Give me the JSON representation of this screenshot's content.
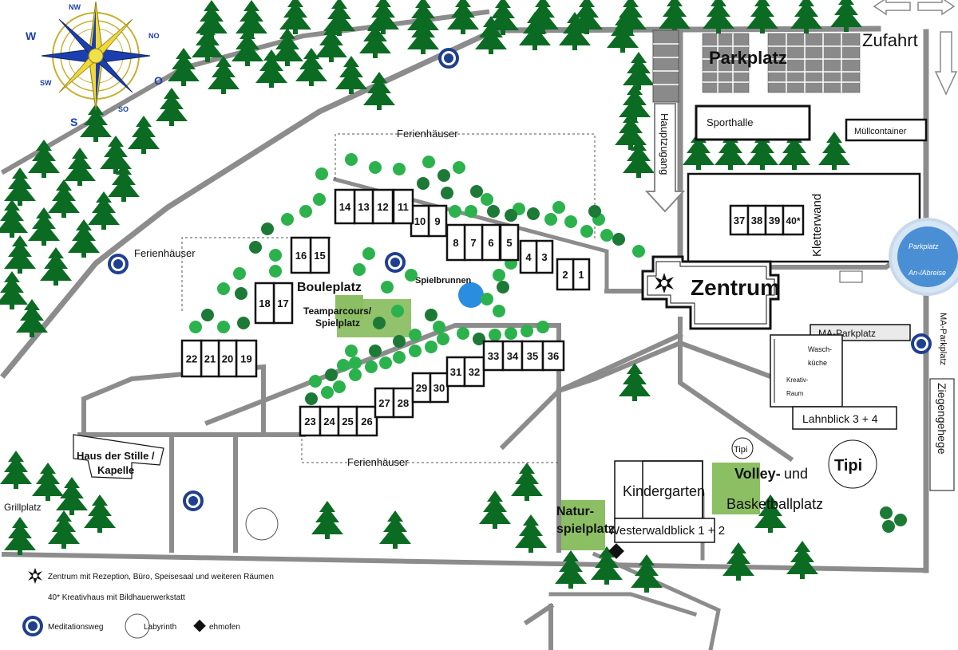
{
  "map": {
    "compass": {
      "n": "NW",
      "w": "W",
      "e": "NO",
      "o": "O",
      "sw": "SW",
      "so": "SO",
      "s": "S"
    },
    "labels": {
      "zufahrt": "Zufahrt",
      "parkplatz": "Parkplatz",
      "sporthalle": "Sporthalle",
      "muell": "Müllcontainer",
      "hauptzugang": "Hauptzugang",
      "kletterwand": "Kletterwand",
      "ferien_top": "Ferienhäuser",
      "ferien_left": "Ferienhäuser",
      "ferien_bottom": "Ferienhäuser",
      "bouleplatz": "Bouleplatz",
      "teamparcours1": "Teamparcours/",
      "teamparcours2": "Spielplatz",
      "spielbrunnen": "Spielbrunnen",
      "zentrum": "Zentrum",
      "parkplatz_right1": "Parkplatz",
      "parkplatz_right2": "An-/Abreise",
      "ma_parkplatz": "MA-Parkplatz",
      "ma_parkplatz_vert": "MA-Parkplatz",
      "wasch1": "Wasch-",
      "wasch2": "küche",
      "kreativ1": "Kreativ-",
      "kreativ2": "Raum",
      "lahnblick": "Lahnblick 3 + 4",
      "ziegengehege": "Ziegengehege",
      "tipi_small": "Tipi",
      "tipi_big": "Tipi",
      "volley1": "Volley-",
      "volley_und": "und",
      "volley2": "Basketballplatz",
      "kindergarten": "Kindergarten",
      "westerwald": "Westerwaldblick 1 + 2",
      "natur1": "Natur-",
      "natur2": "spielplatz",
      "haus_stille1": "Haus der Stille /",
      "haus_stille2": "Kapelle",
      "grillplatz": "Grillplatz"
    },
    "houses": [
      "1",
      "2",
      "3",
      "4",
      "5",
      "6",
      "7",
      "8",
      "9",
      "10",
      "11",
      "12",
      "13",
      "14",
      "15",
      "16",
      "17",
      "18",
      "19",
      "20",
      "21",
      "22",
      "23",
      "24",
      "25",
      "26",
      "27",
      "28",
      "29",
      "30",
      "31",
      "32",
      "33",
      "34",
      "35",
      "36",
      "37",
      "38",
      "39",
      "40*"
    ],
    "legend": {
      "zentrum": "Zentrum mit Rezeption, Büro, Speisesaal und weiteren Räumen",
      "kreativhaus": "40* Kreativhaus mit Bildhauerwerkstatt",
      "meditation": "Meditationsweg",
      "labyrinth": "Labyrinth",
      "lehmofen": "ehmofen"
    },
    "colors": {
      "tree": "#0c6b23",
      "grass": "#8cbf64",
      "road": "#8c8c8c",
      "circle_light": "#2bb24c",
      "circle_dark": "#1d7a36",
      "meditation": "#1f3f8f",
      "water": "#2a8de0"
    }
  }
}
